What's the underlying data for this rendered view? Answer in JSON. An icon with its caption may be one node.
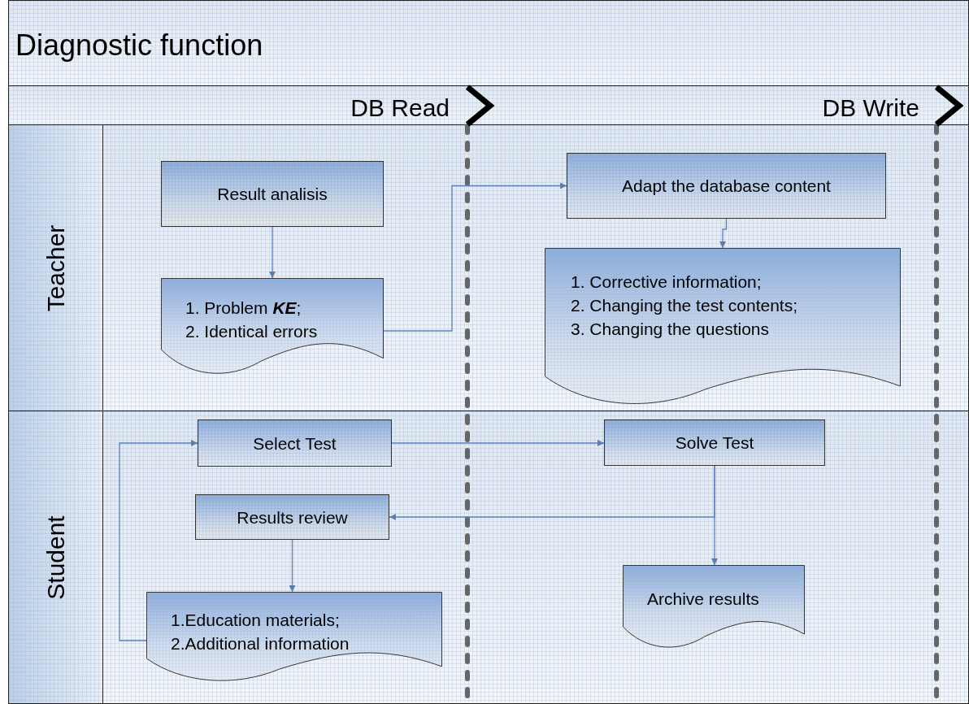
{
  "diagram": {
    "title": "Diagnostic function",
    "nodes": [
      {
        "text": [
          "Teacher"
        ]
      },
      {
        "text": [
          "Result analisis"
        ],
        "in": 0
      },
      {
        "text": [
          "1. Problem **KE**;",
          "2. Identical errors"
        ],
        "in": 0
      },
      {
        "text": [
          "Adapt the database content"
        ],
        "in": 0
      },
      {
        "text": [
          "1. Corrective information;",
          "2. Changing the test contents;",
          "3. Changing the questions"
        ],
        "in": 0
      },
      {
        "text": [
          "Student"
        ]
      },
      {
        "text": [
          "Select Test"
        ],
        "in": 5
      },
      {
        "text": [
          "Solve Test"
        ],
        "in": 5
      },
      {
        "text": [
          "Results review"
        ],
        "in": 5
      },
      {
        "text": [
          "1.Education materials;",
          "2.Additional information"
        ],
        "in": 5
      },
      {
        "text": [
          "Archive results"
        ],
        "in": 5
      }
    ],
    "edges": [
      {
        "from": 1,
        "to": 2,
        "arrow": "to"
      },
      {
        "from": 2,
        "to": 3,
        "arrow": "to"
      },
      {
        "from": 3,
        "to": 4,
        "arrow": "to"
      },
      {
        "from": 6,
        "to": 7,
        "arrow": "to"
      },
      {
        "from": 7,
        "to": 8,
        "arrow": "to"
      },
      {
        "from": 7,
        "to": 10,
        "arrow": "to"
      },
      {
        "from": 8,
        "to": 9,
        "arrow": "to"
      },
      {
        "from": 9,
        "to": 6,
        "arrow": "to"
      }
    ],
    "labels": [
      "DB Read",
      "DB Write"
    ]
  }
}
